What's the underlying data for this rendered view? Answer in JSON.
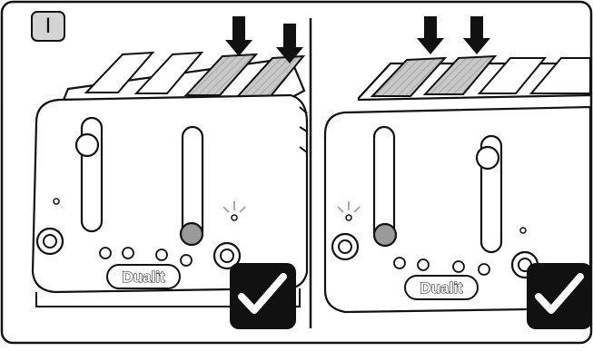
{
  "step_label": "I",
  "panels": [
    {
      "id": "left",
      "brand": "Dualit",
      "status": "check-mark"
    },
    {
      "id": "right",
      "brand": "Dualit",
      "status": "check-mark"
    }
  ],
  "colors": {
    "outline": "#111111",
    "slot_fill": "#bdbdbd",
    "lever": "#9a9a9a",
    "badge_bg": "#d4d4d4"
  }
}
